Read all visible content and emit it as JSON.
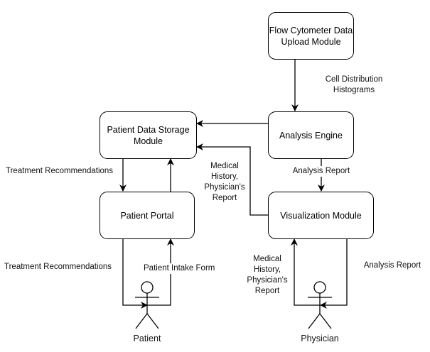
{
  "modules": {
    "flow_cytometer": "Flow Cytometer Data\nUpload Module",
    "analysis_engine": "Analysis Engine",
    "patient_storage": "Patient Data Storage\nModule",
    "patient_portal": "Patient Portal",
    "visualization": "Visualization Module"
  },
  "actors": {
    "patient": "Patient",
    "physician": "Physician"
  },
  "edges": {
    "cell_distribution": "Cell Distribution\nHistograms",
    "treatment_top": "Treatment Recommendations",
    "medical_history_top": "Medical\nHistory,\nPhysician's\nReport",
    "analysis_report_mid": "Analysis Report",
    "treatment_bottom": "Treatment Recommendations",
    "patient_intake": "Patient Intake Form",
    "medical_history_bottom": "Medical\nHistory,\nPhysician's\nReport",
    "analysis_report_right": "Analysis Report"
  }
}
